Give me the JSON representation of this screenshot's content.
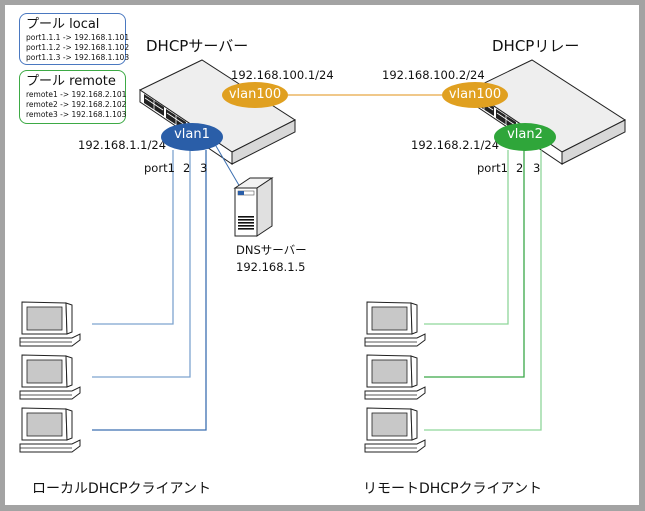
{
  "colors": {
    "frame": "#a3a3a3",
    "vlan1": "#2a5ea8",
    "vlan2": "#2fa63a",
    "vlan100": "#e0a020",
    "local_line": "#7ea3cf",
    "local_line_dark": "#3c6fb0",
    "remote_line": "#8fd69a",
    "remote_line_dark": "#3aa848",
    "link100": "#e8a845"
  },
  "pools": [
    {
      "title": "プール local",
      "color": "#4a78c0",
      "entries": [
        "port1.1.1 -> 192.168.1.101",
        "port1.1.2 -> 192.168.1.102",
        "port1.1.3 -> 192.168.1.103"
      ]
    },
    {
      "title": "プール remote",
      "color": "#3daa45",
      "entries": [
        "remote1 -> 192.168.2.101",
        "remote2 -> 192.168.2.102",
        "remote3 -> 192.168.1.103"
      ]
    }
  ],
  "dhcp_server": {
    "title": "DHCPサーバー",
    "vlan1_label": "vlan1",
    "vlan1_ip": "192.168.1.1/24",
    "vlan100_label": "vlan100",
    "vlan100_ip": "192.168.100.1/24",
    "ports": [
      "port1",
      "2",
      "3"
    ]
  },
  "dhcp_relay": {
    "title": "DHCPリレー",
    "vlan2_label": "vlan2",
    "vlan2_ip": "192.168.2.1/24",
    "vlan100_label": "vlan100",
    "vlan100_ip": "192.168.100.2/24",
    "ports": [
      "port1",
      "2",
      "3"
    ]
  },
  "dns_server": {
    "name": "DNSサーバー",
    "ip": "192.168.1.5"
  },
  "captions": {
    "local": "ローカルDHCPクライアント",
    "remote": "リモートDHCPクライアント"
  }
}
